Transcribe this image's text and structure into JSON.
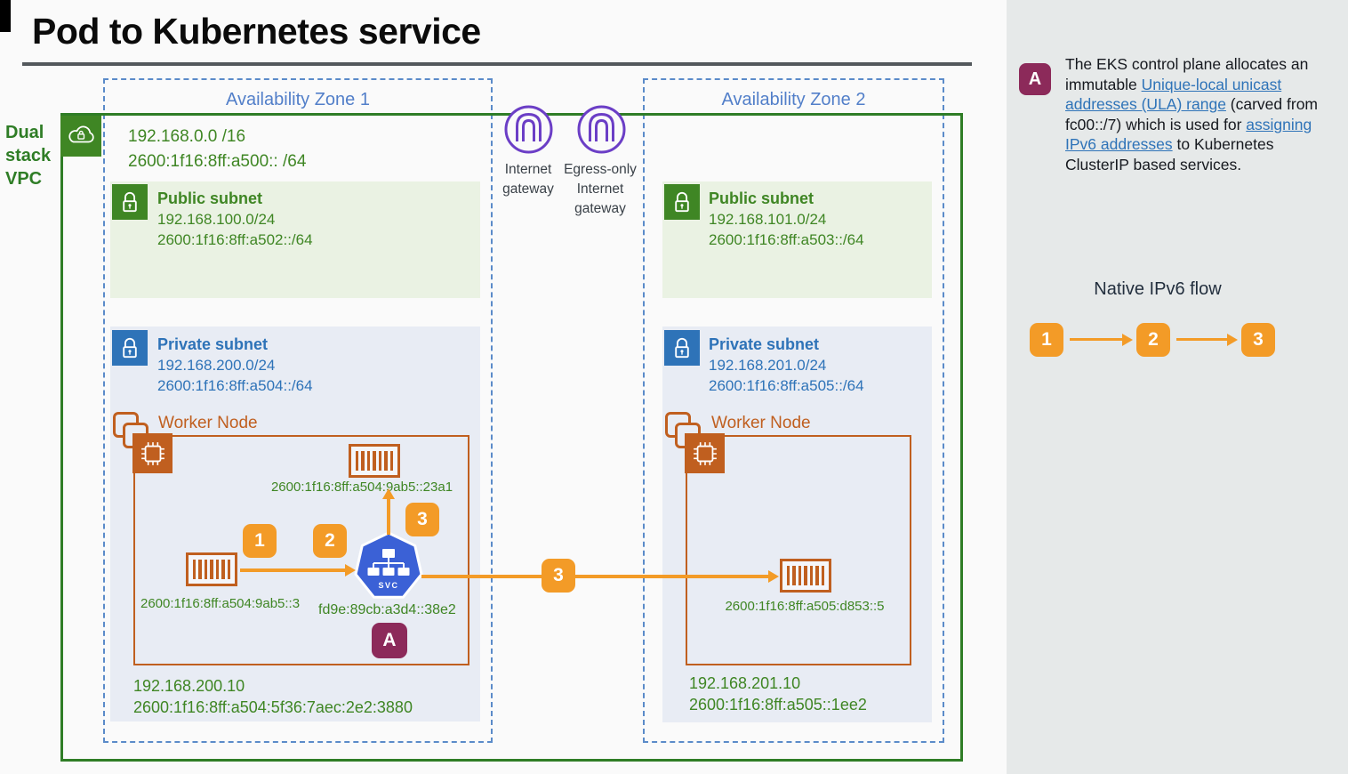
{
  "title": "Pod to Kubernetes service",
  "vpc": {
    "label": "Dual stack VPC",
    "ipv4": "192.168.0.0 /16",
    "ipv6": "2600:1f16:8ff:a500:: /64"
  },
  "gateways": {
    "internet": "Internet gateway",
    "egress_only": "Egress-only Internet gateway"
  },
  "zones": [
    {
      "label": "Availability Zone 1",
      "public_subnet": {
        "label": "Public subnet",
        "ipv4": "192.168.100.0/24",
        "ipv6": "2600:1f16:8ff:a502::/64"
      },
      "private_subnet": {
        "label": "Private subnet",
        "ipv4": "192.168.200.0/24",
        "ipv6": "2600:1f16:8ff:a504::/64"
      },
      "worker_node": {
        "label": "Worker Node"
      },
      "source_pod_ip": "2600:1f16:8ff:a504:9ab5::3",
      "target_pod_ip": "2600:1f16:8ff:a504:9ab5::23a1",
      "service_ip": "fd9e:89cb:a3d4::38e2",
      "service_icon_label": "SVC",
      "node_ipv4": "192.168.200.10",
      "node_ipv6": "2600:1f16:8ff:a504:5f36:7aec:2e2:3880"
    },
    {
      "label": "Availability Zone 2",
      "public_subnet": {
        "label": "Public subnet",
        "ipv4": "192.168.101.0/24",
        "ipv6": "2600:1f16:8ff:a503::/64"
      },
      "private_subnet": {
        "label": "Private subnet",
        "ipv4": "192.168.201.0/24",
        "ipv6": "2600:1f16:8ff:a505::/64"
      },
      "worker_node": {
        "label": "Worker Node"
      },
      "pod_ip": "2600:1f16:8ff:a505:d853::5",
      "node_ipv4": "192.168.201.10",
      "node_ipv6": "2600:1f16:8ff:a505::1ee2"
    }
  ],
  "steps": {
    "one": "1",
    "two": "2",
    "three": "3"
  },
  "note_marker": "A",
  "sidebar": {
    "note": {
      "text1": "The EKS control plane allocates an immutable ",
      "link1": "Unique-local unicast addresses (ULA) range",
      "text2": " (carved from fc00::/7) which is used for ",
      "link2": "assigning IPv6 addresses",
      "text3": " to Kubernetes ClusterIP based services."
    },
    "flow_title": "Native IPv6 flow"
  },
  "colors": {
    "green": "#3f8624",
    "green_border": "#2f7d26",
    "blue": "#2e73b8",
    "az_blue": "#527fc9",
    "orange_dark": "#c05f1f",
    "orange_badge": "#f39b27",
    "maroon": "#8c2a5a",
    "purple": "#6b3ec6",
    "k8s_blue": "#3b61d6",
    "sidebar_bg": "#e6e9e9",
    "public_subnet_bg": "#eaf2e3",
    "private_subnet_bg": "#e8ecf4"
  }
}
